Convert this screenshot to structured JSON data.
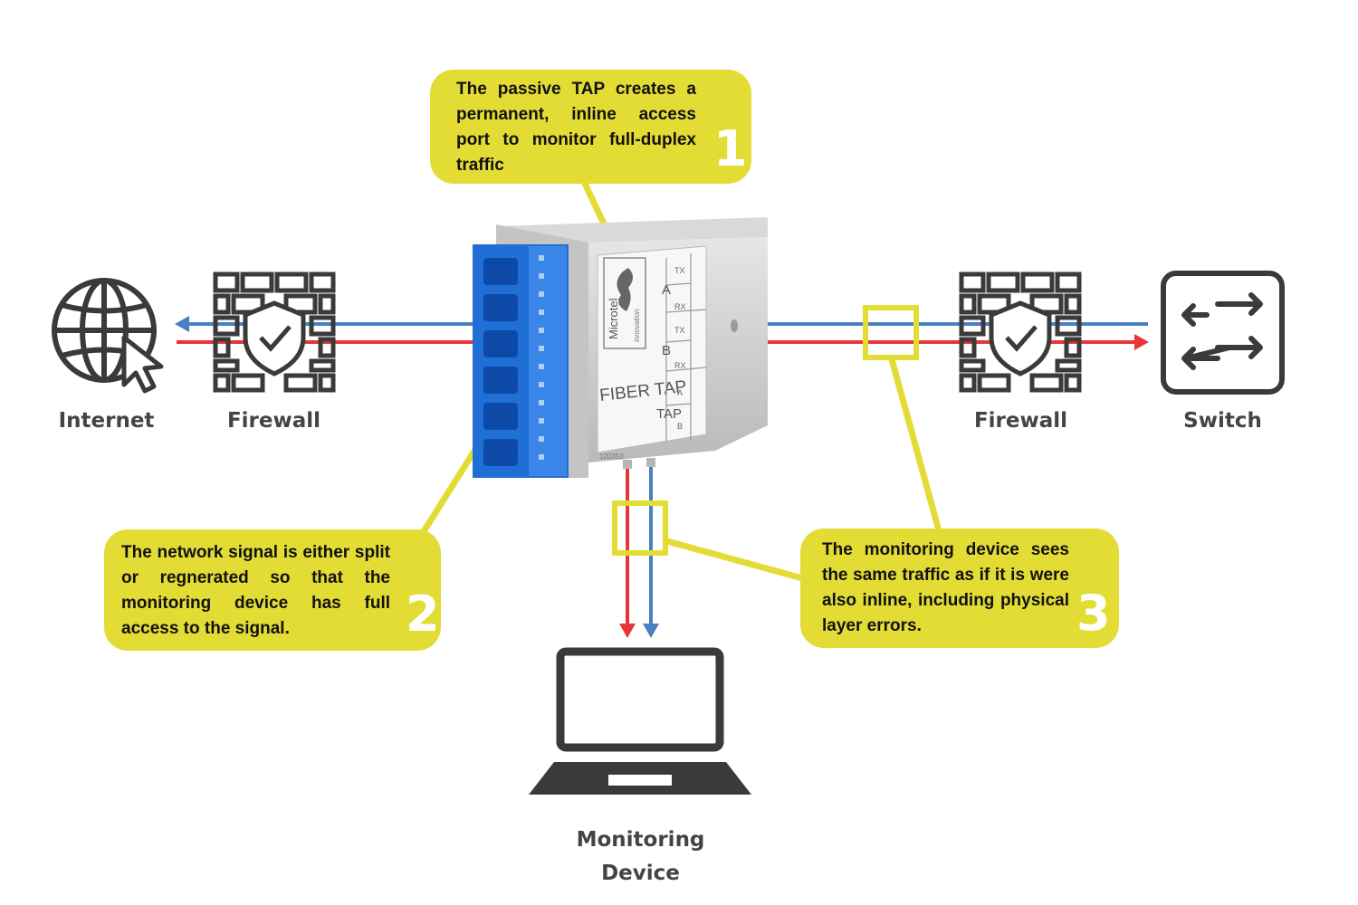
{
  "nodes": {
    "internet": "Internet",
    "firewall_left": "Firewall",
    "firewall_right": "Firewall",
    "switch": "Switch",
    "monitoring_line1": "Monitoring",
    "monitoring_line2": "Device"
  },
  "device": {
    "brand": "Microtel",
    "brand_sub": "innovation",
    "product": "FIBER TAP",
    "port_a": "A",
    "port_b": "B",
    "tx": "TX",
    "rx": "RX",
    "tap": "TAP",
    "tap_a": "A",
    "tap_b": "B",
    "serial": "120353"
  },
  "callouts": [
    {
      "number": "1",
      "text": "The passive TAP creates a permanent, inline access port to monitor full-duplex traffic"
    },
    {
      "number": "2",
      "text": "The network signal is either split or regnerated so that the monitoring device has full access to the signal."
    },
    {
      "number": "3",
      "text": "The monitoring device sees the  same traffic as if it is were also inline, including physical layer errors."
    }
  ],
  "colors": {
    "callout": "#e3dc35",
    "line_blue": "#4a7fc1",
    "line_red": "#e8353a",
    "icon": "#3a3a3a",
    "connector_blue": "#1f6fd6"
  }
}
